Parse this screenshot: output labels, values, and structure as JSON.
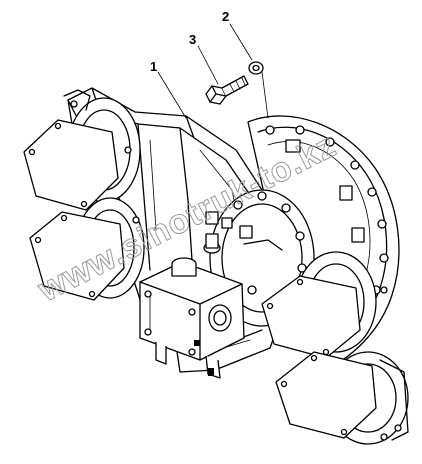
{
  "callouts": {
    "part_1": "1",
    "part_2": "2",
    "part_3": "3"
  },
  "watermark": "www.sinotruk-to.kz"
}
